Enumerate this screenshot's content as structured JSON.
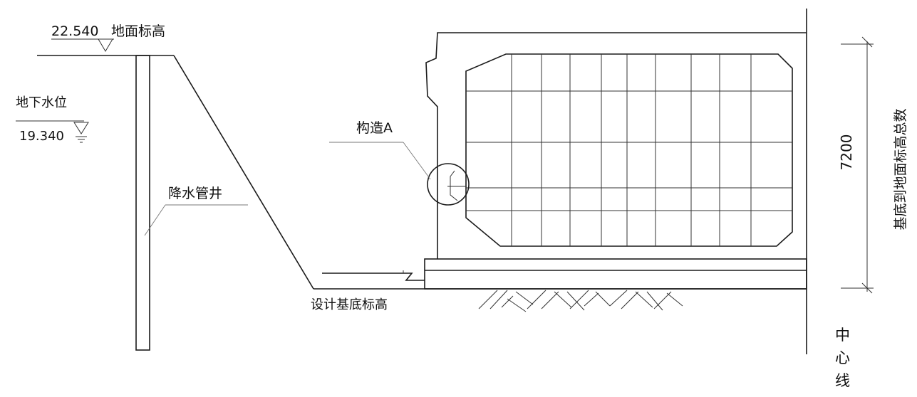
{
  "labels": {
    "ground_elevation_value": "22.540",
    "ground_elevation_text": "地面标高",
    "groundwater_title": "地下水位",
    "groundwater_value": "19.340",
    "dewatering_well": "降水管井",
    "detail_a": "构造A",
    "design_base_elevation": "设计基底标高",
    "dimension_value": "7200",
    "dimension_text": "基底到地面标高总数",
    "centerline_chars": [
      "中",
      "心",
      "线"
    ]
  }
}
